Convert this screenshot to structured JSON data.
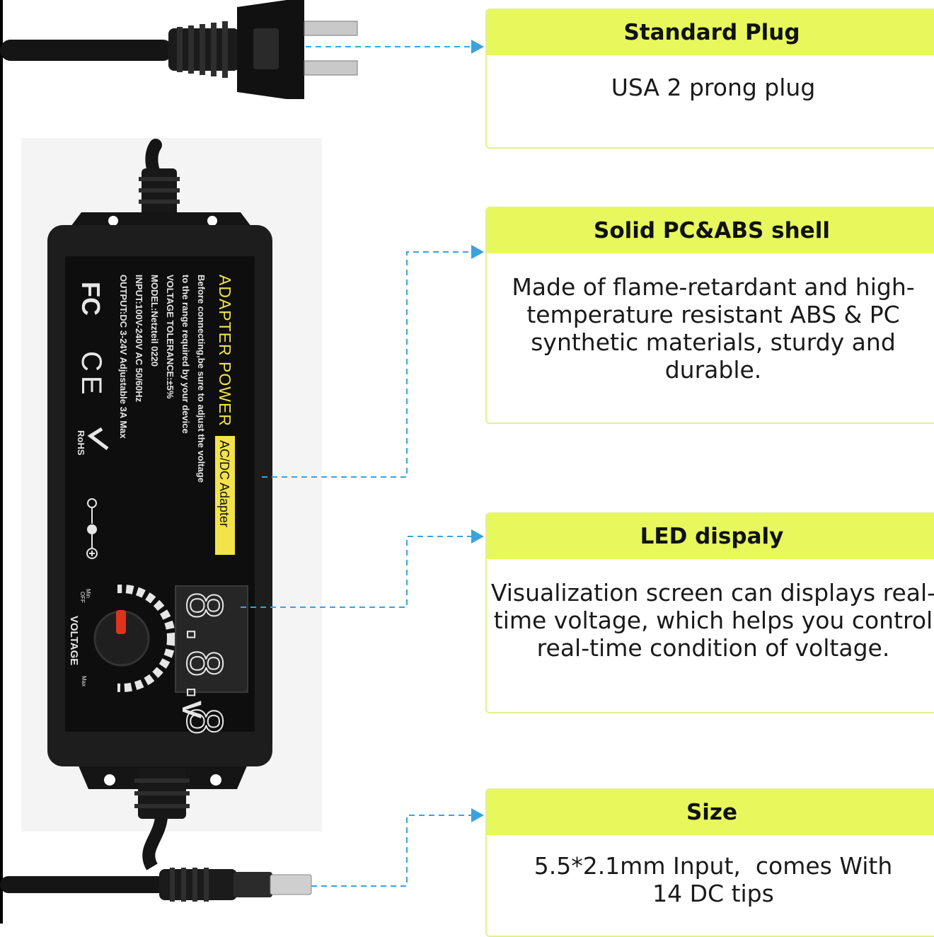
{
  "cards": [
    {
      "title": "Standard Plug",
      "body": "USA 2 prong plug"
    },
    {
      "title": "Solid PC&ABS shell",
      "body": "Made of flame-retardant and high-\ntemperature resistant ABS & PC\nsynthetic materials, sturdy and\ndurable."
    },
    {
      "title": "LED dispaly",
      "body": "Visualization screen can displays real-\ntime voltage, which helps you control\nreal-time condition of voltage."
    },
    {
      "title": "Size",
      "body": "5.5*2.1mm Input,  comes With\n14 DC tips"
    }
  ],
  "label": {
    "brand": "ADAPTER POWER",
    "badge": "AC/DC Adapter",
    "lines": [
      "Before connecting,be sure to adjust the voltage",
      "to the range required by your device",
      "VOLTAGE TOLERANCE:±5%",
      "MODEL:Netzteil 0220",
      "INPUT:100V-240V AC 50/60Hz",
      "OUTPUT:DC 3-24V Adjustable 3A Max"
    ],
    "fc_mark": "FC",
    "ce_mark": "CE",
    "rohs_mark": "RoHS",
    "knob_label": "VOLTAGE",
    "knob_min": "Min",
    "knob_off": "OFF",
    "knob_max": "Max",
    "display_digits": "8.8.8",
    "display_unit": "V"
  },
  "colors": {
    "card_header": "#e6f85c",
    "card_border": "#e3f08a",
    "connector": "#3aa3dc",
    "label_yellow": "#f2e34a"
  }
}
